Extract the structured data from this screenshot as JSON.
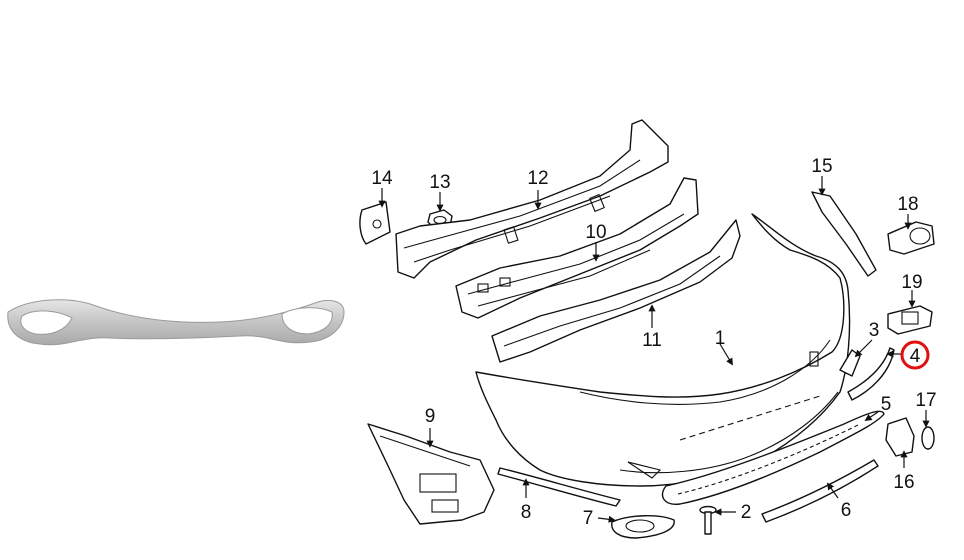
{
  "diagram": {
    "callouts": [
      {
        "id": "c1",
        "label": "1"
      },
      {
        "id": "c2",
        "label": "2"
      },
      {
        "id": "c3",
        "label": "3"
      },
      {
        "id": "c4",
        "label": "4",
        "highlighted": true
      },
      {
        "id": "c5",
        "label": "5"
      },
      {
        "id": "c6",
        "label": "6"
      },
      {
        "id": "c7",
        "label": "7"
      },
      {
        "id": "c8",
        "label": "8"
      },
      {
        "id": "c9",
        "label": "9"
      },
      {
        "id": "c10",
        "label": "10"
      },
      {
        "id": "c11",
        "label": "11"
      },
      {
        "id": "c12",
        "label": "12"
      },
      {
        "id": "c13",
        "label": "13"
      },
      {
        "id": "c14",
        "label": "14"
      },
      {
        "id": "c15",
        "label": "15"
      },
      {
        "id": "c16",
        "label": "16"
      },
      {
        "id": "c17",
        "label": "17"
      },
      {
        "id": "c18",
        "label": "18"
      },
      {
        "id": "c19",
        "label": "19"
      }
    ],
    "colors": {
      "line": "#111111",
      "highlight_ring": "#e01010",
      "photo_trim": "#c9c9c9",
      "background": "#ffffff"
    }
  }
}
